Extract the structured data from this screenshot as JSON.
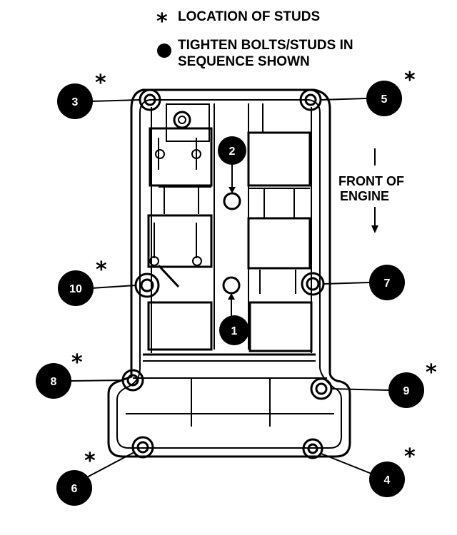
{
  "legend": {
    "studs_symbol": "*",
    "studs_label": "LOCATION OF STUDS",
    "sequence_label_line1": "TIGHTEN BOLTS/STUDS IN",
    "sequence_label_line2": "SEQUENCE SHOWN"
  },
  "front_label": {
    "line1": "FRONT OF",
    "line2": "ENGINE"
  },
  "callouts": [
    {
      "id": "1",
      "label": "1",
      "stud": false
    },
    {
      "id": "2",
      "label": "2",
      "stud": false
    },
    {
      "id": "3",
      "label": "3",
      "stud": true
    },
    {
      "id": "4",
      "label": "4",
      "stud": true
    },
    {
      "id": "5",
      "label": "5",
      "stud": true
    },
    {
      "id": "6",
      "label": "6",
      "stud": true
    },
    {
      "id": "7",
      "label": "7",
      "stud": false
    },
    {
      "id": "8",
      "label": "8",
      "stud": true
    },
    {
      "id": "9",
      "label": "9",
      "stud": true
    },
    {
      "id": "10",
      "label": "10",
      "stud": true
    }
  ],
  "colors": {
    "ink": "#000000",
    "paper": "#ffffff"
  }
}
